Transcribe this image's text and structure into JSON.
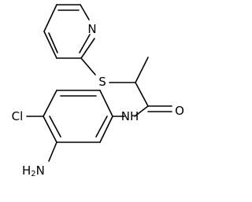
{
  "colors": {
    "ink": "#000000",
    "background": "#ffffff"
  },
  "molecule": {
    "atom_labels": {
      "pyridine_n": "N",
      "thioether_s": "S",
      "amide_o": "O",
      "amide_nh": "NH",
      "chloro": "Cl",
      "amino": "H2N"
    },
    "amino_parts": {
      "h": "H",
      "sub": "2",
      "n": "N"
    }
  }
}
